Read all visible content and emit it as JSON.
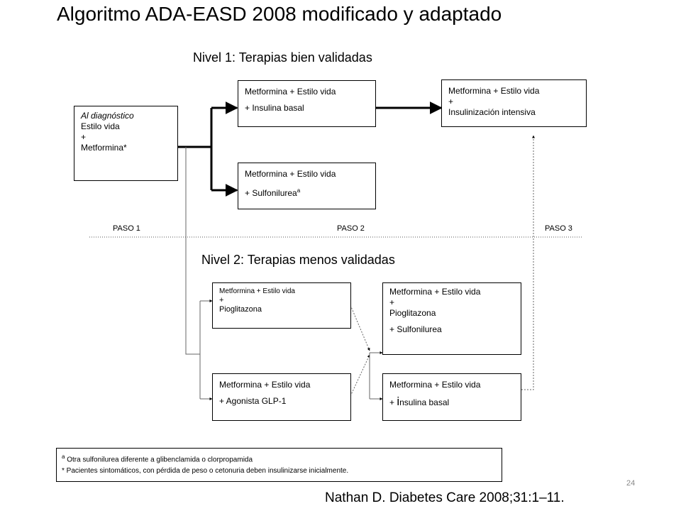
{
  "title": "Algoritmo ADA-EASD 2008 modificado y adaptado",
  "level1": {
    "title": "Nivel 1: Terapias bien validadas"
  },
  "level2": {
    "title": "Nivel 2: Terapias menos validadas"
  },
  "boxes": {
    "diagnosis": {
      "heading": "Al diagnóstico",
      "lines": [
        "Estilo vida",
        "+",
        "Metformina*"
      ]
    },
    "basal": {
      "line1": "Metformina + Estilo vida",
      "line2": "+ Insulina basal"
    },
    "sulfonylurea": {
      "line1": "Metformina + Estilo vida",
      "line2": "+ Sulfonilurea",
      "sup": "a"
    },
    "intensive": {
      "lines": [
        "Metformina + Estilo vida",
        "+",
        "Insulinización intensiva"
      ]
    },
    "pioglitazone": {
      "lines": [
        "Metformina + Estilo vida",
        "+",
        "Pioglitazona"
      ]
    },
    "glp1": {
      "line1": "Metformina + Estilo vida",
      "line2": "+ Agonista GLP-1"
    },
    "pio_su": {
      "lines": [
        "Metformina + Estilo vida",
        "+",
        "Pioglitazona"
      ],
      "last": "+ Sulfonilurea"
    },
    "basal2": {
      "line1": "Metformina + Estilo vida",
      "line2_prefix": "+ ",
      "line2_big": "i",
      "line2_rest": "nsulina basal"
    }
  },
  "steps": [
    "PASO 1",
    "PASO 2",
    "PASO 3"
  ],
  "footnotes": {
    "a_mark": "a",
    "a_text": " Otra sulfonilurea diferente a glibenclamida o clorpropamida",
    "b_text": "* Pacientes sintomáticos,  con pérdida de peso o cetonuria  deben insulinizarse inicialmente."
  },
  "page_number": "24",
  "citation": "Nathan D. Diabetes Care 2008;31:1–11."
}
